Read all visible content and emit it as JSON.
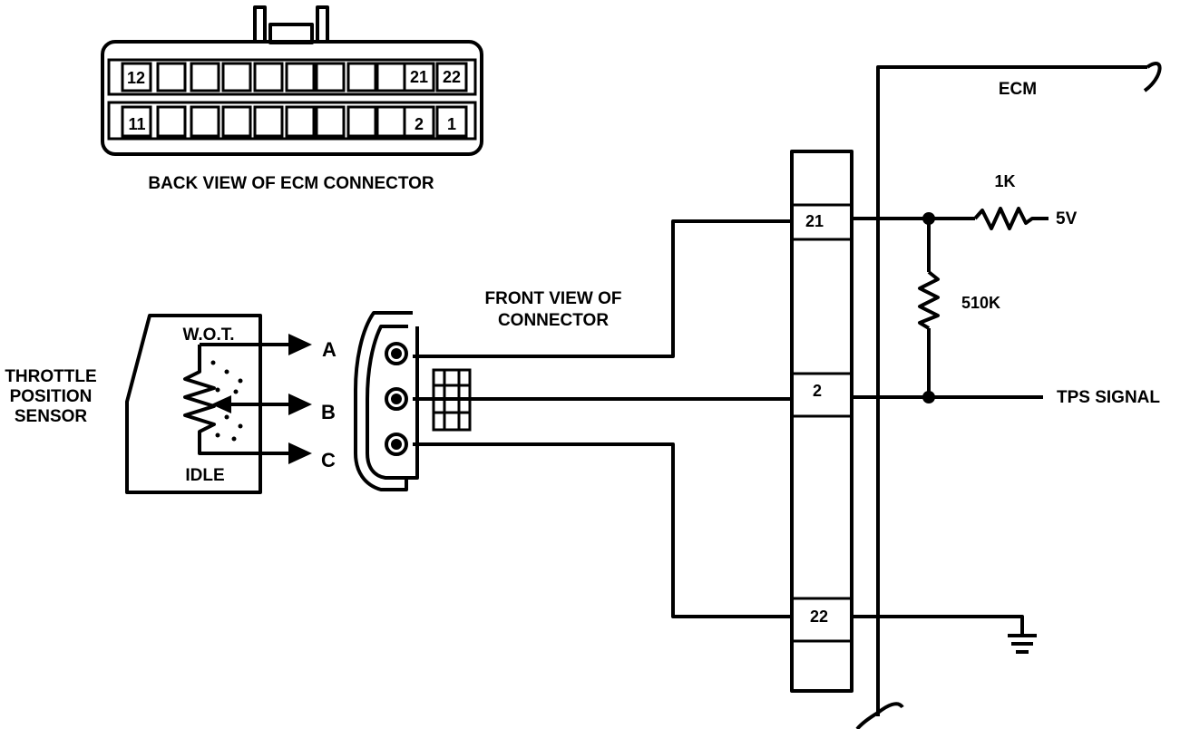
{
  "ecm_connector": {
    "top_left_pin": "12",
    "top_pin_21": "21",
    "top_pin_22": "22",
    "bottom_left_pin": "11",
    "bottom_pin_2": "2",
    "bottom_pin_1": "1",
    "caption": "BACK  VIEW OF ECM CONNECTOR"
  },
  "ecm": {
    "label": "ECM",
    "pins": [
      "21",
      "2",
      "22"
    ]
  },
  "resistors": {
    "pullup_value": "1K",
    "supply": "5V",
    "bleed_value": "510K"
  },
  "tps_signal_label": "TPS SIGNAL",
  "connector_caption": {
    "line1": "FRONT VIEW OF",
    "line2": "CONNECTOR"
  },
  "sensor": {
    "name_line1": "THROTTLE",
    "name_line2": "POSITION",
    "name_line3": "SENSOR",
    "wot": "W.O.T.",
    "idle": "IDLE",
    "terminal_a": "A",
    "terminal_b": "B",
    "terminal_c": "C"
  }
}
